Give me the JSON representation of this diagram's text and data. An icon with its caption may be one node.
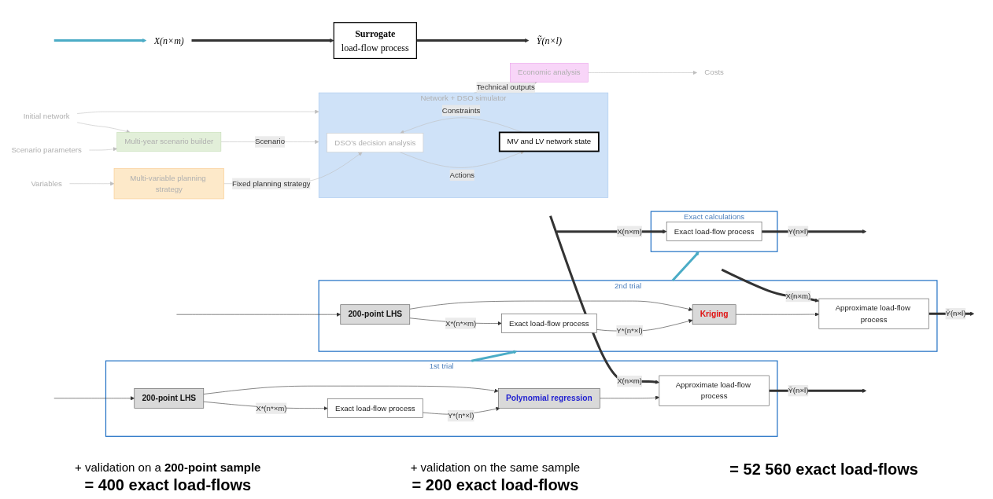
{
  "diagram": {
    "nodes": [
      {
        "text": [
          "Variables"
        ]
      },
      {
        "text": [
          "Multi-variable planning strategy"
        ]
      },
      {
        "text": [
          "Scenario parameters"
        ]
      },
      {
        "text": [
          "Multi-year scenario builder"
        ]
      },
      {
        "text": [
          "Initial network"
        ]
      },
      {
        "text": [
          "Network + DSO simulator"
        ]
      },
      {
        "text": [
          "DSO's decision analysis"
        ],
        "in": 5
      },
      {
        "text": [
          "MV and LV network state"
        ],
        "in": 5
      },
      {
        "text": [
          "Economic analysis"
        ]
      },
      {
        "text": [
          "Costs"
        ]
      },
      {
        "text": [
          "X(n×m)"
        ]
      },
      {
        "text": [
          "Surrogate",
          "load-flow process"
        ]
      },
      {
        "text": [
          "Ỹ(n×l)"
        ]
      },
      {
        "text": [
          "1st trial"
        ]
      },
      {
        "text": [
          "Exact load-flow process"
        ],
        "in": 13
      },
      {
        "text": [
          "Polynomial regression"
        ],
        "in": 13
      },
      {
        "text": [
          "200-point LHS"
        ],
        "in": 13
      },
      {
        "text": [
          "Approximate load-flow process"
        ],
        "in": 13
      },
      {
        "text": [
          "2nd trial"
        ]
      },
      {
        "text": [
          "Exact load-flow process"
        ],
        "in": 18
      },
      {
        "text": [
          "Kriging"
        ],
        "in": 18
      },
      {
        "text": [
          "200-point LHS"
        ],
        "in": 18
      },
      {
        "text": [
          "Approximate load-flow process"
        ],
        "in": 18
      },
      {
        "text": [
          "Exact calculations"
        ]
      },
      {
        "text": [
          "Exact load-flow process"
        ],
        "in": 23
      }
    ],
    "edges": [
      {
        "from": 0,
        "to": 1,
        "arrow": "to",
        "color": "#bfbfbf"
      },
      {
        "from": 1,
        "to": 6,
        "arrow": "to",
        "label": "Fixed planning strategy",
        "color": "#bfbfbf"
      },
      {
        "from": 2,
        "to": 3,
        "arrow": "to",
        "color": "#bfbfbf"
      },
      {
        "from": 3,
        "to": 5,
        "arrow": "to",
        "label": "Scenario",
        "color": "#bfbfbf"
      },
      {
        "from": 4,
        "to": 3,
        "arrow": "to",
        "color": "#bfbfbf"
      },
      {
        "from": 4,
        "to": 5,
        "arrow": "to",
        "color": "#bfbfbf"
      },
      {
        "from": 6,
        "to": 7,
        "arrow": "to",
        "label": "Actions",
        "color": "#bfbfbf"
      },
      {
        "from": 7,
        "to": 6,
        "arrow": "to",
        "label": "Constraints",
        "color": "#bfbfbf"
      },
      {
        "from": 5,
        "to": 8,
        "arrow": "to",
        "label": "Technical outputs",
        "color": "#bfbfbf"
      },
      {
        "from": 8,
        "to": 9,
        "arrow": "to",
        "color": "#bfbfbf"
      },
      {
        "from": null,
        "to": 10,
        "arrow": "to",
        "style": "thick",
        "color": "#4bacc6"
      },
      {
        "from": 10,
        "to": 11,
        "arrow": "to",
        "style": "thick"
      },
      {
        "from": 11,
        "to": 12,
        "arrow": "to",
        "style": "thick"
      },
      {
        "from": 16,
        "to": 14,
        "arrow": "to",
        "label": "X*(n*×m)"
      },
      {
        "from": 16,
        "to": 15,
        "arrow": "to"
      },
      {
        "from": 14,
        "to": 15,
        "arrow": "to",
        "label": "Y*(n*×l)"
      },
      {
        "from": 15,
        "to": 17,
        "arrow": "to"
      },
      {
        "from": null,
        "to": 16,
        "arrow": "to"
      },
      {
        "from": null,
        "to": 17,
        "arrow": "to",
        "label": "X(n×m)",
        "style": "thick"
      },
      {
        "from": 17,
        "to": null,
        "arrow": "to",
        "label": "Ỹ(n×l)",
        "style": "thick"
      },
      {
        "from": 21,
        "to": 19,
        "arrow": "to",
        "label": "X*(n*×m)"
      },
      {
        "from": 21,
        "to": 20,
        "arrow": "to"
      },
      {
        "from": 19,
        "to": 20,
        "arrow": "to",
        "label": "Y*(n*×l)"
      },
      {
        "from": 20,
        "to": 22,
        "arrow": "to"
      },
      {
        "from": null,
        "to": 21,
        "arrow": "to"
      },
      {
        "from": null,
        "to": 22,
        "arrow": "to",
        "label": "X(n×m)",
        "style": "thick"
      },
      {
        "from": 22,
        "to": null,
        "arrow": "to",
        "label": "Ỹ(n×l)",
        "style": "thick"
      },
      {
        "from": 13,
        "to": 18,
        "arrow": "to",
        "style": "thick",
        "color": "#4bacc6"
      },
      {
        "from": 18,
        "to": 23,
        "arrow": "to",
        "style": "thick",
        "color": "#4bacc6"
      },
      {
        "from": null,
        "to": 24,
        "arrow": "to",
        "label": "X(n×m)",
        "style": "thick"
      },
      {
        "from": 24,
        "to": null,
        "arrow": "to",
        "label": "Y(n×l)",
        "style": "thick"
      }
    ],
    "labels": [
      "+ validation on a **200-point sample**",
      "+ validation on the same sample",
      "= 400 exact load-flows",
      "= 200 exact load-flows",
      "= 52 560 exact load-flows"
    ]
  }
}
